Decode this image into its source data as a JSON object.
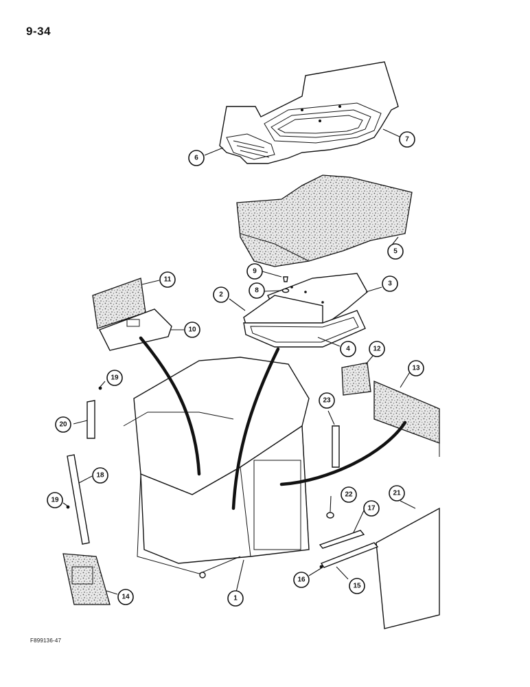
{
  "page": {
    "number": "9-34",
    "figure_code": "F899136-47"
  },
  "callouts": [
    {
      "label": "1"
    },
    {
      "label": "2"
    },
    {
      "label": "3"
    },
    {
      "label": "4"
    },
    {
      "label": "5"
    },
    {
      "label": "6"
    },
    {
      "label": "7"
    },
    {
      "label": "8"
    },
    {
      "label": "9"
    },
    {
      "label": "10"
    },
    {
      "label": "11"
    },
    {
      "label": "12"
    },
    {
      "label": "13"
    },
    {
      "label": "14"
    },
    {
      "label": "15"
    },
    {
      "label": "16"
    },
    {
      "label": "17"
    },
    {
      "label": "18"
    },
    {
      "label": "19"
    },
    {
      "label": "19"
    },
    {
      "label": "20"
    },
    {
      "label": "21"
    },
    {
      "label": "22"
    },
    {
      "label": "23"
    }
  ]
}
